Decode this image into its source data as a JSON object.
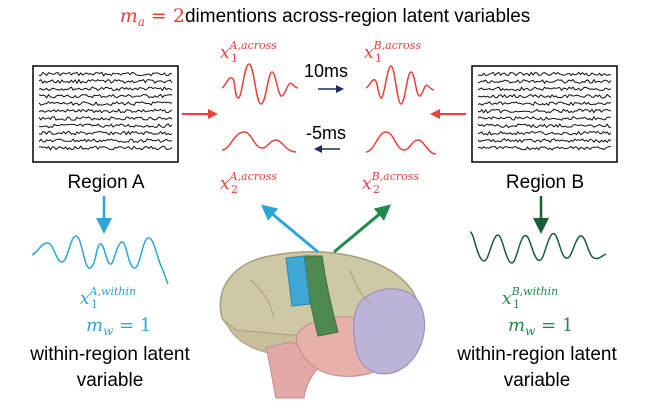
{
  "title": {
    "var": "m",
    "sub": "a",
    "eq": " = 2",
    "text": "dimentions across-region latent variables"
  },
  "regions": {
    "a": {
      "label": "Region A"
    },
    "b": {
      "label": "Region B"
    }
  },
  "lags": {
    "first": "10ms",
    "second": "-5ms"
  },
  "across_labels": {
    "a1": {
      "base": "x",
      "sup": "A,across",
      "sub": "1"
    },
    "b1": {
      "base": "x",
      "sup": "B,across",
      "sub": "1"
    },
    "a2": {
      "base": "x",
      "sup": "A,across",
      "sub": "2"
    },
    "b2": {
      "base": "x",
      "sup": "B,across",
      "sub": "2"
    }
  },
  "within": {
    "a": {
      "base": "x",
      "sup": "A,within",
      "sub": "1",
      "mw_var": "m",
      "mw_sub": "w",
      "mw_eq": " = 1"
    },
    "b": {
      "base": "x",
      "sup": "B,within",
      "sub": "1",
      "mw_var": "m",
      "mw_sub": "w",
      "mw_eq": " = 1"
    }
  },
  "captions": {
    "left_line1": "within-region latent",
    "left_line2": "variable",
    "right_line1": "within-region latent",
    "right_line2": "variable"
  },
  "colors": {
    "red": "#e8413a",
    "blue": "#2aa6d8",
    "green": "#1f8a4c",
    "dark_green": "#1a5e38",
    "navy": "#1d2b5e",
    "black": "#000000"
  }
}
